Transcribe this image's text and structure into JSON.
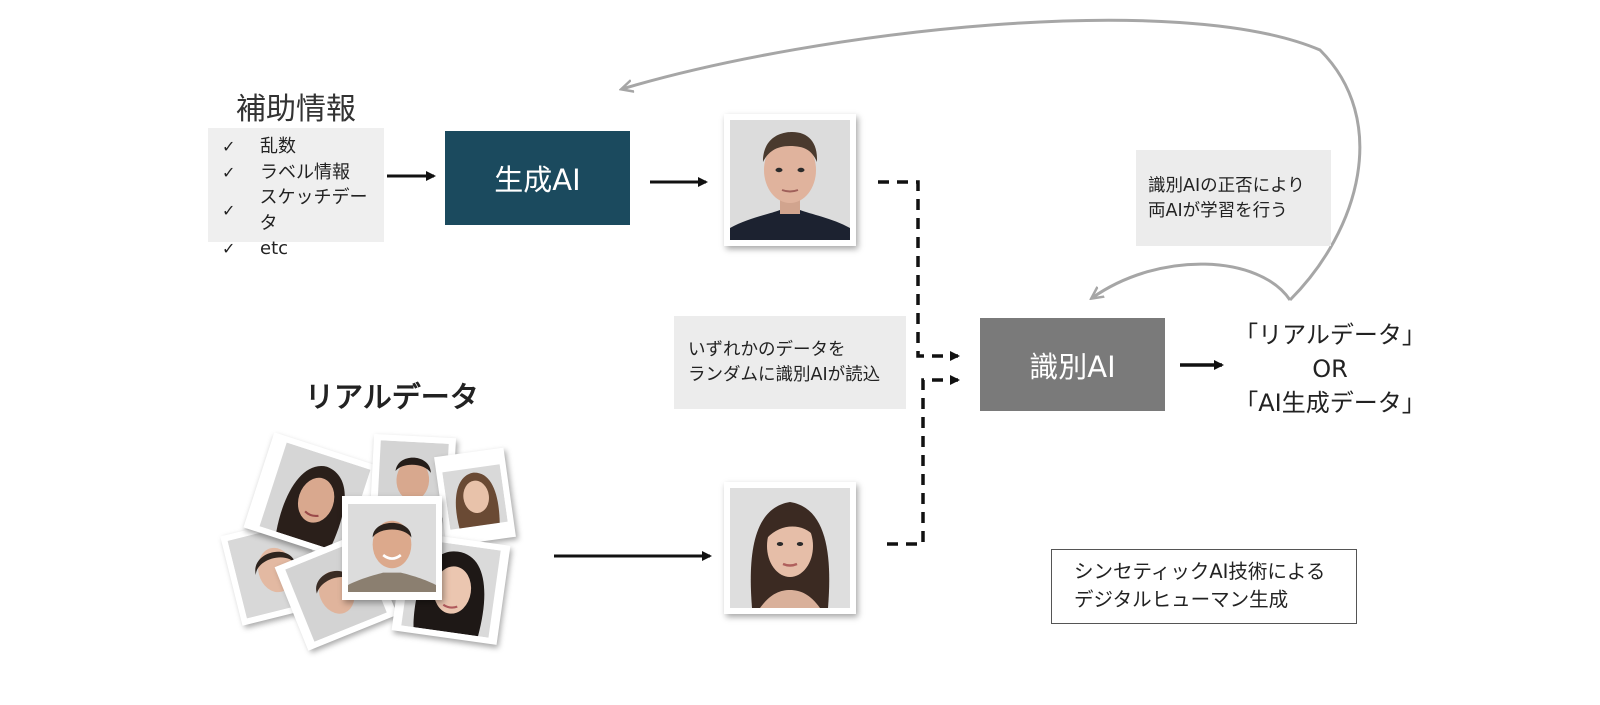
{
  "auxiliary": {
    "title": "補助情報",
    "items": [
      {
        "mark": "✓",
        "label": "乱数"
      },
      {
        "mark": "✓",
        "label": "ラベル情報"
      },
      {
        "mark": "✓",
        "label": "スケッチデータ"
      },
      {
        "mark": "✓",
        "label": "etc"
      }
    ]
  },
  "generator": {
    "label": "生成AI"
  },
  "discriminator": {
    "label": "識別AI"
  },
  "training_note": {
    "line1": "識別AIの正否により",
    "line2": "両AIが学習を行う"
  },
  "random_note": {
    "line1": "いずれかのデータを",
    "line2": "ランダムに識別AIが読込"
  },
  "result": {
    "line1": "「リアルデータ」",
    "line2": "OR",
    "line3": "「AI生成データ」"
  },
  "real_data": {
    "title": "リアルデータ"
  },
  "caption": {
    "line1": "シンセティックAI技術による",
    "line2": "デジタルヒューマン生成"
  },
  "colors": {
    "generator_fill": "#1b4a5e",
    "discriminator_fill": "#7a7a7a",
    "note_fill": "#ececec",
    "arrow_black": "#111111",
    "arrow_gray": "#a6a6a6"
  },
  "icons": {
    "photo_generated": "male-face-photo",
    "photo_real": "female-face-photo",
    "photo_pile": "face-photo-stack"
  }
}
